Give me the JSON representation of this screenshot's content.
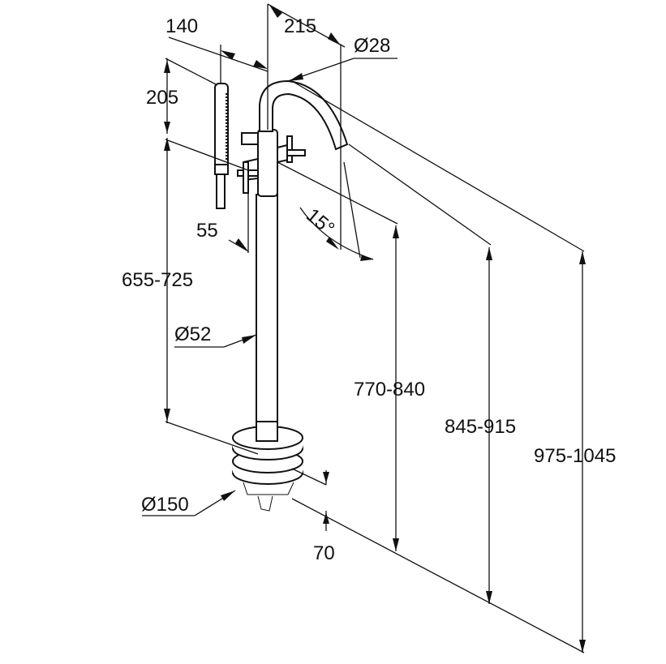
{
  "diagram": {
    "subject": "Freestanding bath mixer with hand shower — dimension drawing",
    "dimensions": {
      "handshower_offset": "140",
      "spout_reach": "215",
      "spout_diameter": "Ø28",
      "handshower_height": "205",
      "swivel_angle": "15°",
      "handle_offset": "55",
      "body_height": "655-725",
      "column_diameter": "Ø52",
      "outlet_height": "770-840",
      "spout_top_height": "845-915",
      "total_height": "975-1045",
      "base_diameter": "Ø150",
      "base_height": "70"
    }
  }
}
